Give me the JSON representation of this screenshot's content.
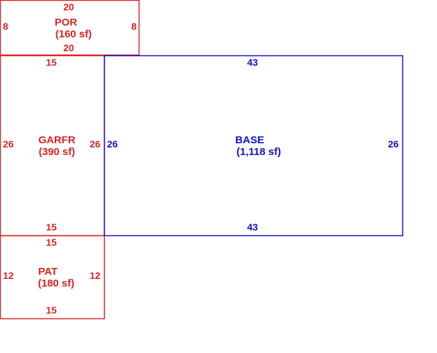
{
  "colors": {
    "red": "#dd2222",
    "blue": "#1111cc",
    "background": "#ffffff"
  },
  "areas": {
    "por": {
      "name": "POR",
      "area": "(160 sf)",
      "dim_top": "20",
      "dim_bottom": "20",
      "dim_left": "8",
      "dim_right": "8"
    },
    "garfr": {
      "name": "GARFR",
      "area": "(390 sf)",
      "dim_top": "15",
      "dim_bottom": "15",
      "dim_left": "26",
      "dim_right": "26"
    },
    "pat": {
      "name": "PAT",
      "area": "(180 sf)",
      "dim_top": "15",
      "dim_bottom": "15",
      "dim_left": "12",
      "dim_right": "12"
    },
    "base": {
      "name": "BASE",
      "area": "(1,118 sf)",
      "dim_top": "43",
      "dim_bottom": "43",
      "dim_left": "26",
      "dim_right": "26"
    }
  }
}
